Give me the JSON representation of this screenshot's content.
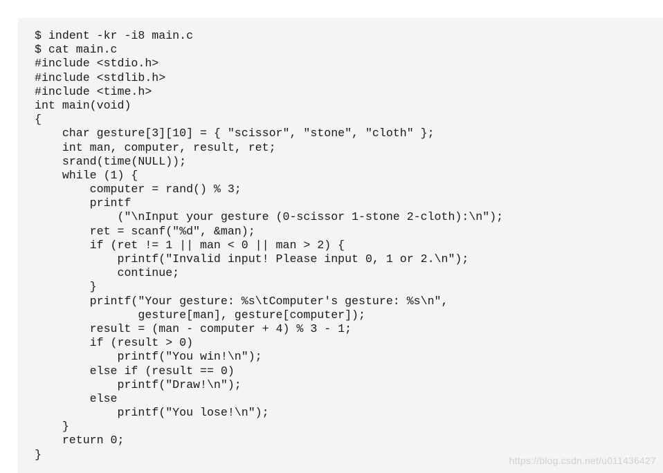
{
  "code": {
    "lines": [
      "$ indent -kr -i8 main.c",
      "$ cat main.c",
      "#include <stdio.h>",
      "#include <stdlib.h>",
      "#include <time.h>",
      "int main(void)",
      "{",
      "    char gesture[3][10] = { \"scissor\", \"stone\", \"cloth\" };",
      "    int man, computer, result, ret;",
      "    srand(time(NULL));",
      "    while (1) {",
      "        computer = rand() % 3;",
      "        printf",
      "            (\"\\nInput your gesture (0-scissor 1-stone 2-cloth):\\n\");",
      "        ret = scanf(\"%d\", &man);",
      "        if (ret != 1 || man < 0 || man > 2) {",
      "            printf(\"Invalid input! Please input 0, 1 or 2.\\n\");",
      "            continue;",
      "        }",
      "        printf(\"Your gesture: %s\\tComputer's gesture: %s\\n\",",
      "               gesture[man], gesture[computer]);",
      "        result = (man - computer + 4) % 3 - 1;",
      "        if (result > 0)",
      "            printf(\"You win!\\n\");",
      "        else if (result == 0)",
      "            printf(\"Draw!\\n\");",
      "        else",
      "            printf(\"You lose!\\n\");",
      "    }",
      "    return 0;",
      "}"
    ]
  },
  "watermark": "https://blog.csdn.net/u011436427"
}
